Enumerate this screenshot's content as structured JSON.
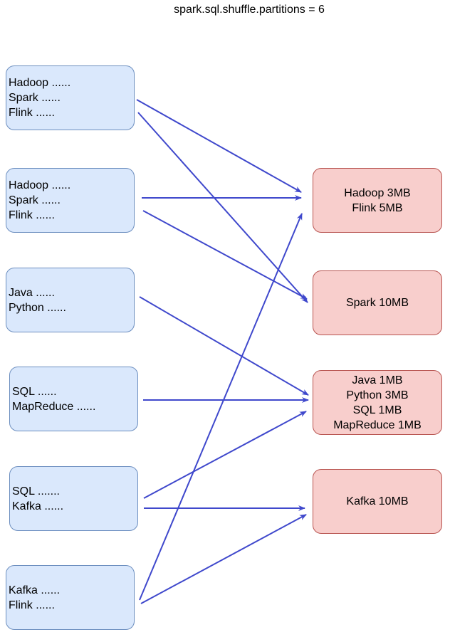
{
  "title": "spark.sql.shuffle.partitions = 6",
  "sources": [
    {
      "id": "s1",
      "lines": [
        "Hadoop ......",
        "Spark ......",
        "Flink ......"
      ]
    },
    {
      "id": "s2",
      "lines": [
        "Hadoop ......",
        "Spark ......",
        "Flink ......"
      ]
    },
    {
      "id": "s3",
      "lines": [
        "Java ......",
        "Python ......"
      ]
    },
    {
      "id": "s4",
      "lines": [
        "SQL ......",
        "MapReduce ......"
      ]
    },
    {
      "id": "s5",
      "lines": [
        "SQL .......",
        "Kafka ......"
      ]
    },
    {
      "id": "s6",
      "lines": [
        "Kafka ......",
        "Flink ......"
      ]
    }
  ],
  "targets": [
    {
      "id": "t1",
      "lines": [
        "Hadoop 3MB",
        "Flink 5MB"
      ]
    },
    {
      "id": "t2",
      "lines": [
        "Spark 10MB"
      ]
    },
    {
      "id": "t3",
      "lines": [
        "Java 1MB",
        "Python 3MB",
        "SQL 1MB",
        "MapReduce 1MB"
      ]
    },
    {
      "id": "t4",
      "lines": [
        "Kafka 10MB"
      ]
    }
  ],
  "edges": [
    {
      "from": "s1",
      "to": "t1"
    },
    {
      "from": "s1",
      "to": "t2"
    },
    {
      "from": "s2",
      "to": "t1"
    },
    {
      "from": "s2",
      "to": "t2"
    },
    {
      "from": "s3",
      "to": "t3"
    },
    {
      "from": "s4",
      "to": "t3"
    },
    {
      "from": "s5",
      "to": "t3"
    },
    {
      "from": "s5",
      "to": "t4"
    },
    {
      "from": "s6",
      "to": "t1"
    },
    {
      "from": "s6",
      "to": "t4"
    }
  ],
  "colors": {
    "source_fill": "#dae8fc",
    "source_stroke": "#6c8ebf",
    "target_fill": "#f8cecc",
    "target_stroke": "#b85450",
    "arrow": "#3f48cc"
  }
}
